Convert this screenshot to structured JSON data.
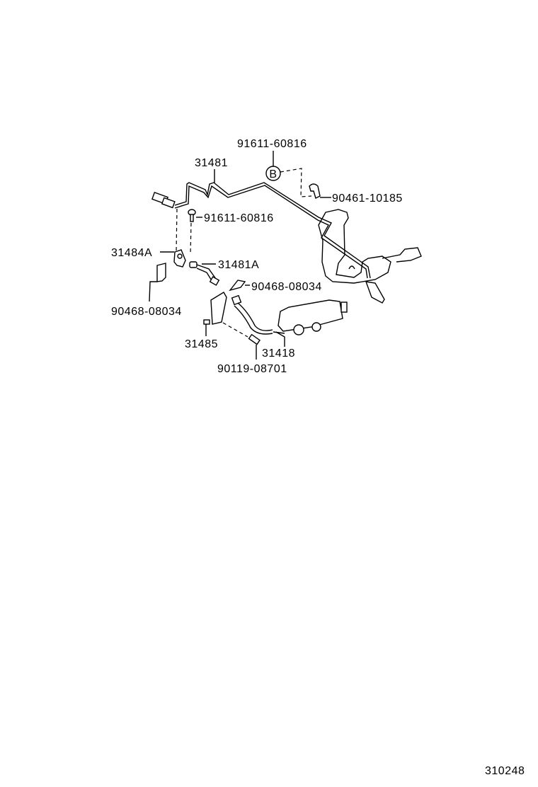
{
  "diagram": {
    "figure_number": "310248",
    "callouts": {
      "grommet_top": "91611-60816",
      "pipe_main": "31481",
      "ref_marker": "B",
      "clamp_right": "90461-10185",
      "bolt_mid": "91611-60816",
      "bracket": "31484A",
      "pipe_short": "31481A",
      "clip_right": "90468-08034",
      "clip_left": "90468-08034",
      "bracket_lower": "31485",
      "release_cylinder": "31418",
      "bolt_lower": "90119-08701"
    }
  }
}
